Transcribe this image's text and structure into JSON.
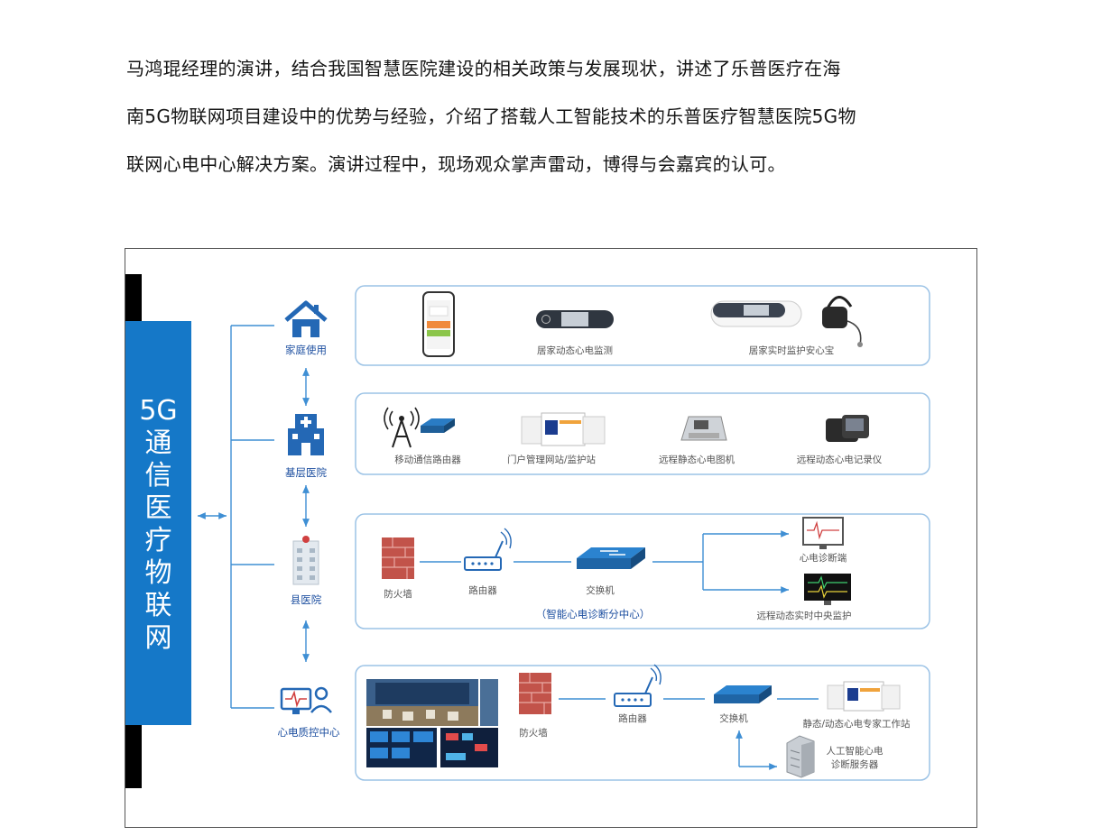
{
  "article": {
    "lines": [
      "马鸿琨经理的演讲，结合我国智慧医院建设的相关政策与发展现状，讲述了乐普医疗在海",
      "南5G物联网项目建设中的优势与经验，介绍了搭载人工智能技术的乐普医疗智慧医院5G物",
      "联网心电中心解决方案。演讲过程中，现场观众掌声雷动，博得与会嘉宾的认可。"
    ]
  },
  "diagram": {
    "banner_chars": [
      "5G",
      "通",
      "信",
      "医",
      "疗",
      "物",
      "联",
      "网"
    ],
    "levels": {
      "home": {
        "label": "家庭使用",
        "items": [
          "居家动态心电监测",
          "居家实时监护安心宝"
        ]
      },
      "grassroots": {
        "label": "基层医院",
        "items": [
          "移动通信路由器",
          "门户管理网站/监护站",
          "远程静态心电图机",
          "远程动态心电记录仪"
        ]
      },
      "county": {
        "label": "县医院",
        "items": [
          "防火墙",
          "路由器",
          "交换机",
          "心电诊断端",
          "远程动态实时中央监护"
        ],
        "subcenter": "（智能心电诊断分中心）"
      },
      "center": {
        "label": "心电质控中心",
        "items": [
          "防火墙",
          "路由器",
          "交换机",
          "静态/动态心电专家工作站"
        ],
        "ai_server": [
          "人工智能心电",
          "诊断服务器"
        ]
      }
    },
    "colors": {
      "banner": "#1578c8",
      "node_text": "#1d4fa0",
      "connector": "#3f8fd4",
      "panel_border": "#9cc3e6",
      "firewall": "#c2534a"
    }
  }
}
